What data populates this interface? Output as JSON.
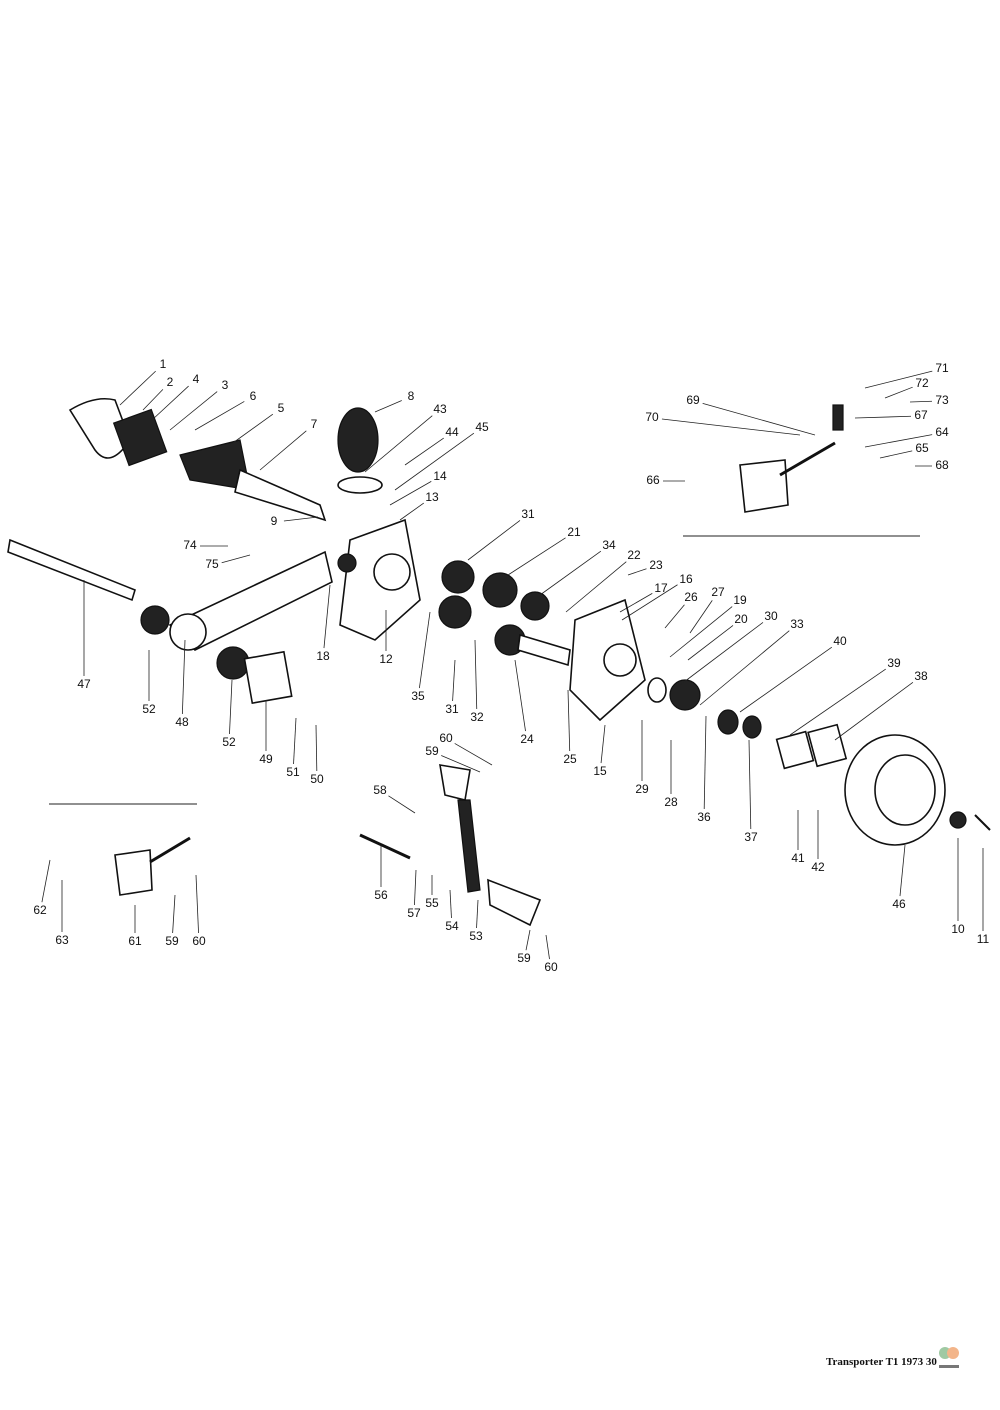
{
  "diagram": {
    "callouts": [
      "1",
      "2",
      "4",
      "3",
      "6",
      "5",
      "7",
      "8",
      "43",
      "44",
      "45",
      "14",
      "13",
      "9",
      "74",
      "75",
      "47",
      "52",
      "48",
      "52",
      "49",
      "51",
      "50",
      "18",
      "12",
      "35",
      "31",
      "21",
      "34",
      "22",
      "23",
      "16",
      "17",
      "26",
      "27",
      "19",
      "20",
      "30",
      "33",
      "40",
      "39",
      "38",
      "31",
      "32",
      "24",
      "25",
      "15",
      "29",
      "28",
      "36",
      "37",
      "41",
      "42",
      "46",
      "10",
      "11",
      "71",
      "72",
      "73",
      "69",
      "70",
      "67",
      "64",
      "65",
      "68",
      "66",
      "60",
      "59",
      "58",
      "56",
      "57",
      "55",
      "54",
      "53",
      "59",
      "60",
      "62",
      "63",
      "61",
      "59",
      "60"
    ]
  },
  "footer": {
    "caption": "Transporter T1 1973 30"
  }
}
